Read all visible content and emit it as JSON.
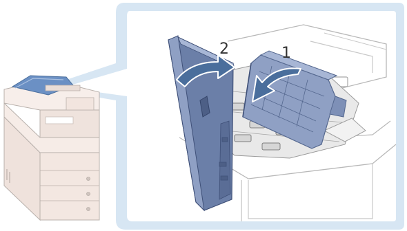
{
  "diagram": {
    "steps": [
      {
        "number": "1",
        "description": "feeder-inner-guide-open"
      },
      {
        "number": "2",
        "description": "feeder-outer-cover-open"
      }
    ],
    "colors": {
      "callout_frame": "#d7e6f3",
      "callout_fill": "#ffffff",
      "arrow": "#4a6e9c",
      "cover_blue": "#8fa0c4",
      "cover_blue_dark": "#6b7fa8",
      "device_line": "#b8b8b8",
      "printer_body": "#f3e7e1",
      "printer_accent": "#6b90c4"
    },
    "icons": [
      "printer-icon",
      "document-feeder-icon",
      "open-arrow-icon"
    ]
  }
}
